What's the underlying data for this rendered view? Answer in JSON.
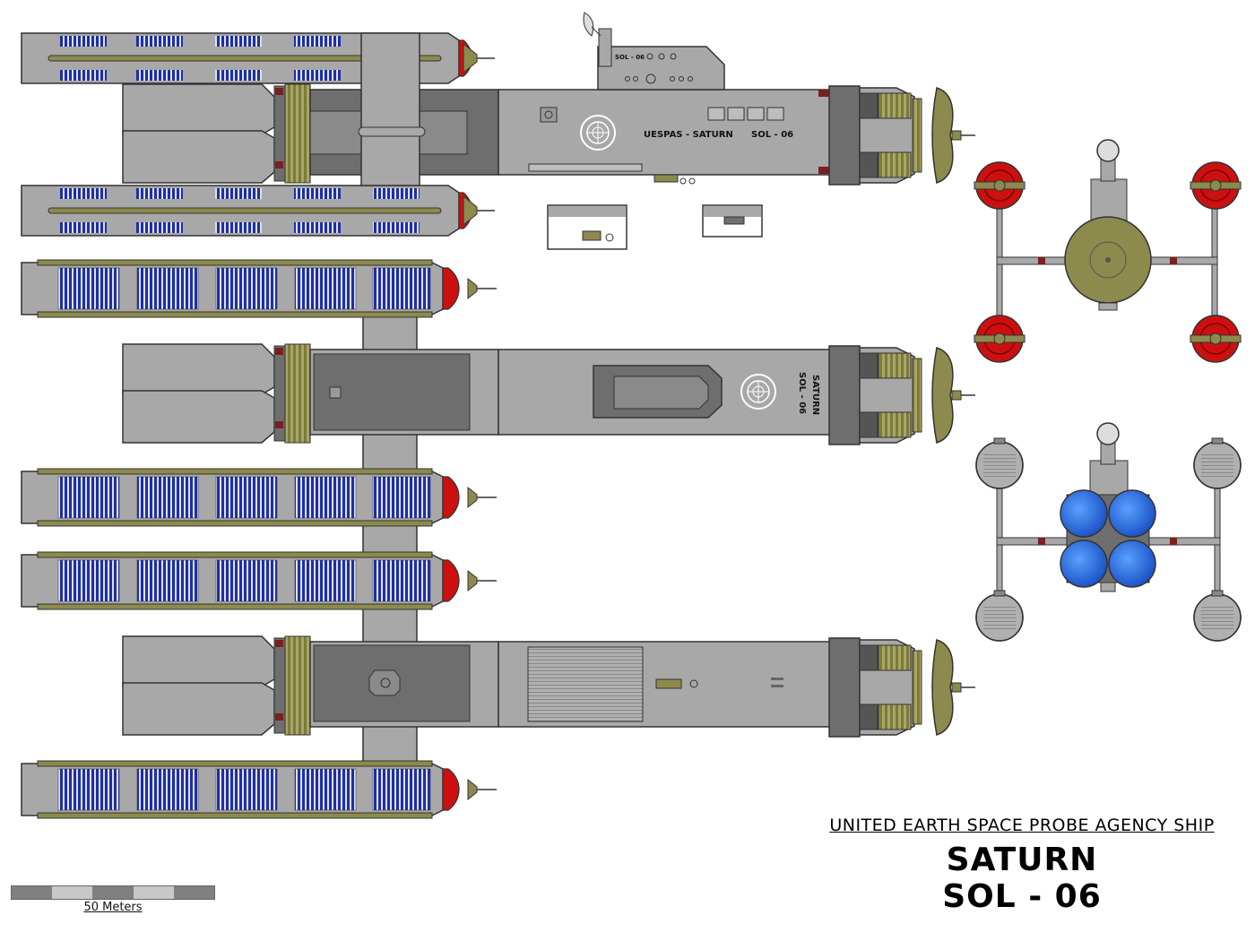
{
  "hull_markings": {
    "side_name": "UESPAS - SATURN",
    "side_code": "SOL - 06",
    "tower_code": "SOL - 06",
    "top_code": "SOL - 06",
    "top_name": "SATURN"
  },
  "title_block": {
    "agency": "UNITED EARTH SPACE PROBE AGENCY SHIP",
    "name": "SATURN",
    "code": "SOL - 06"
  },
  "scale": {
    "label": "50 Meters",
    "segments": [
      "#808080",
      "#c8c8c8",
      "#808080",
      "#c8c8c8",
      "#808080"
    ]
  },
  "colors": {
    "hull": "#a8a8a8",
    "hull_dark": "#6e6e6e",
    "olive": "#8c8a4c",
    "radiator_blue": "#1c2fa8",
    "red": "#cc1010",
    "thruster_blue": "#2a6fe0"
  }
}
